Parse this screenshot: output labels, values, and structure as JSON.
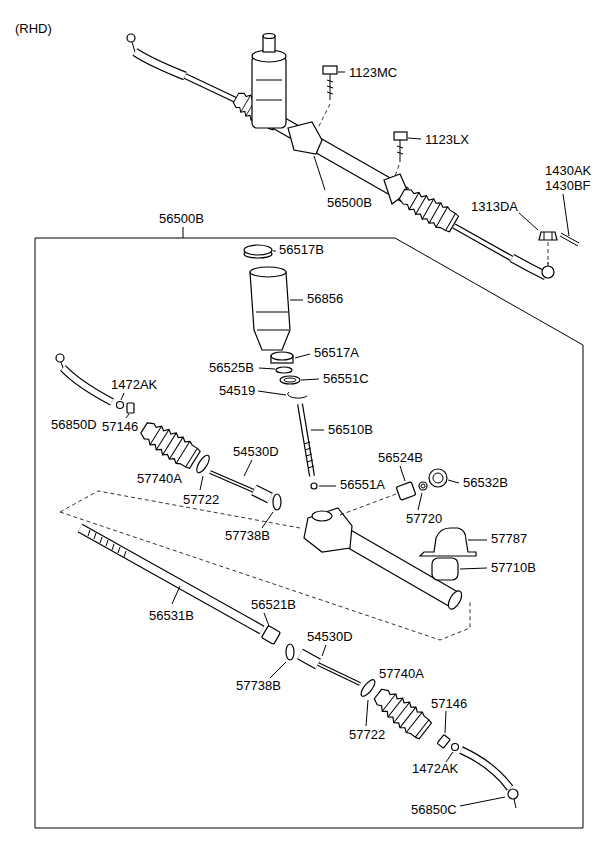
{
  "diagram": {
    "title": "(RHD)",
    "labels": [
      "1123MC",
      "1123LX",
      "1430AK",
      "1430BF",
      "1313DA",
      "56500B",
      "56500B",
      "56517B",
      "56856",
      "56525B",
      "56517A",
      "56551C",
      "54519",
      "1472AK",
      "56850D",
      "57146",
      "56510B",
      "57740A",
      "57722",
      "54530D",
      "56524B",
      "56551A",
      "56532B",
      "57720",
      "57738B",
      "57787",
      "57710B",
      "56531B",
      "56521B",
      "54530D",
      "57738B",
      "57740A",
      "57722",
      "57146",
      "1472AK",
      "56850C"
    ]
  }
}
